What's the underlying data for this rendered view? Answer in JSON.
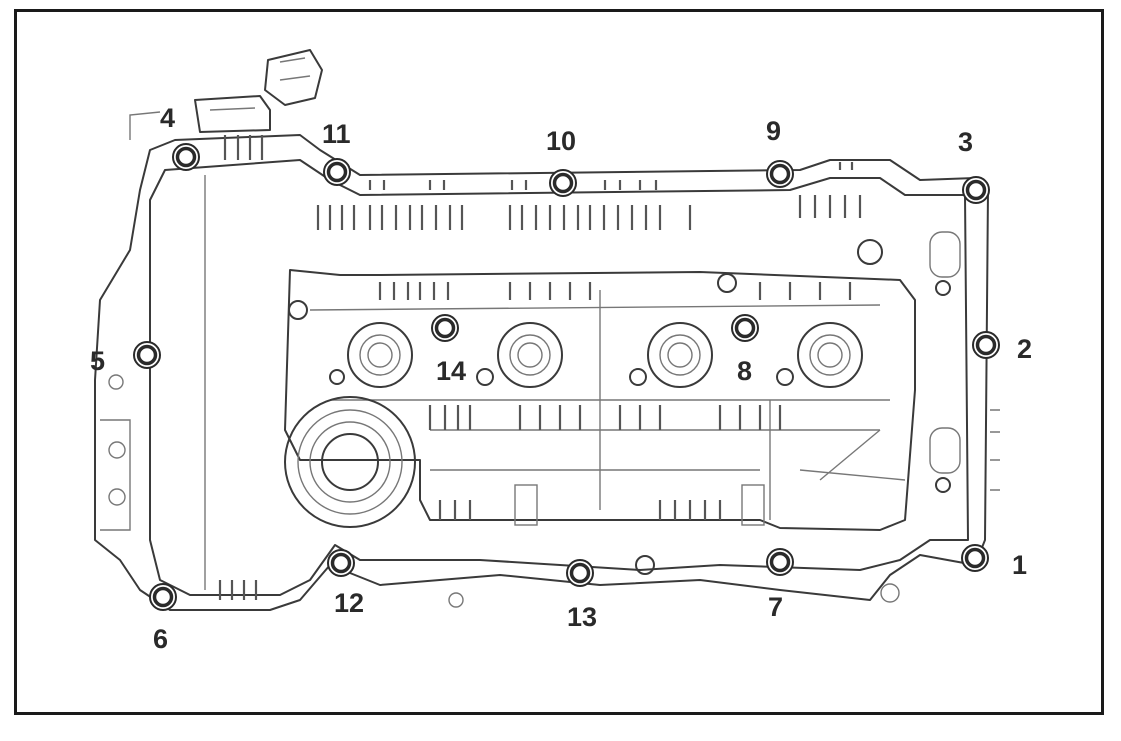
{
  "diagram": {
    "component": "cylinder-head-cover",
    "bolt_labels": [
      "1",
      "2",
      "3",
      "4",
      "5",
      "6",
      "7",
      "8",
      "9",
      "10",
      "11",
      "12",
      "13",
      "14"
    ],
    "bolts": [
      {
        "id": "bolt-1",
        "label": "1"
      },
      {
        "id": "bolt-2",
        "label": "2"
      },
      {
        "id": "bolt-3",
        "label": "3"
      },
      {
        "id": "bolt-4",
        "label": "4"
      },
      {
        "id": "bolt-5",
        "label": "5"
      },
      {
        "id": "bolt-6",
        "label": "6"
      },
      {
        "id": "bolt-7",
        "label": "7"
      },
      {
        "id": "bolt-8",
        "label": "8"
      },
      {
        "id": "bolt-9",
        "label": "9"
      },
      {
        "id": "bolt-10",
        "label": "10"
      },
      {
        "id": "bolt-11",
        "label": "11"
      },
      {
        "id": "bolt-12",
        "label": "12"
      },
      {
        "id": "bolt-13",
        "label": "13"
      },
      {
        "id": "bolt-14",
        "label": "14"
      }
    ],
    "colors": {
      "line": "#3a3a3a",
      "frame": "#1a1a1a",
      "background": "#ffffff"
    }
  }
}
